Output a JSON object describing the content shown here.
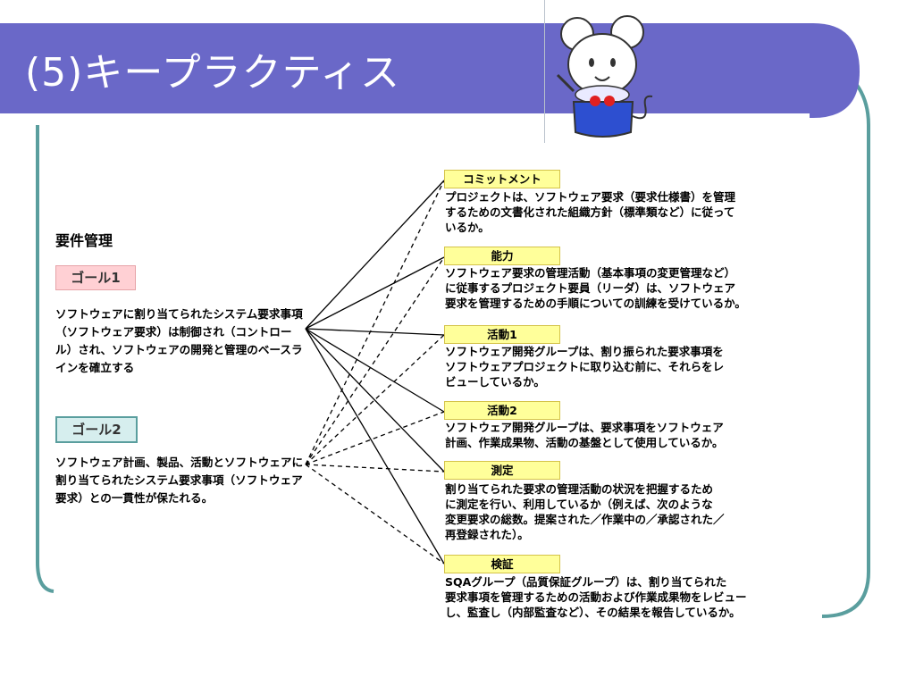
{
  "slide": {
    "title": "(5)キープラクティス",
    "section_label": "要件管理",
    "goals": [
      {
        "label": "ゴール1",
        "text": "ソフトウェアに割り当てられたシステム要求事項（ソフトウェア要求）は制御され（コントロール）され、ソフトウェアの開発と管理のベースラインを確立する"
      },
      {
        "label": "ゴール2",
        "text": "ソフトウェア計画、製品、活動とソフトウェアに割り当てられたシステム要求事項（ソフトウェア要求）との一貫性が保たれる。"
      }
    ],
    "practices": [
      {
        "label": "コミットメント",
        "text": "プロジェクトは、ソフトウェア要求（要求仕様書）を管理\nするための文書化された組織方針（標準類など）に従って\nいるか。"
      },
      {
        "label": "能力",
        "text": "ソフトウェア要求の管理活動（基本事項の変更管理など）\nに従事するプロジェクト要員（リーダ）は、ソフトウェア\n要求を管理するための手順についての訓練を受けているか。"
      },
      {
        "label": "活動1",
        "text": "ソフトウェア開発グループは、割り振られた要求事項を\nソフトウェアプロジェクトに取り込む前に、それらをレ\nビューしているか。"
      },
      {
        "label": "活動2",
        "text": "ソフトウェア開発グループは、要求事項をソフトウェア\n計画、作業成果物、活動の基盤として使用しているか。"
      },
      {
        "label": "測定",
        "text": "割り当てられた要求の管理活動の状況を把握するため\nに測定を行い、利用しているか（例えば、次のような\n変更要求の総数。提案された／作業中の／承認された／\n再登録された）。"
      },
      {
        "label": "検証",
        "text": "SQAグループ（品質保証グループ）は、割り当てられた\n要求事項を管理するための活動および作業成果物をレビュー\nし、監査し（内部監査など）、その結果を報告しているか。"
      }
    ],
    "colors": {
      "title_bar": "#6a68c8",
      "frame": "#5a9e9e",
      "goal1_fill": "#ffd0d4",
      "goal2_fill": "#d6eeee",
      "practice_fill": "#ffff9a"
    },
    "links": {
      "goal1_solid": [
        0,
        1,
        2,
        3,
        4,
        5
      ],
      "goal2_dashed": [
        0,
        1,
        2,
        3,
        4,
        5
      ]
    }
  }
}
